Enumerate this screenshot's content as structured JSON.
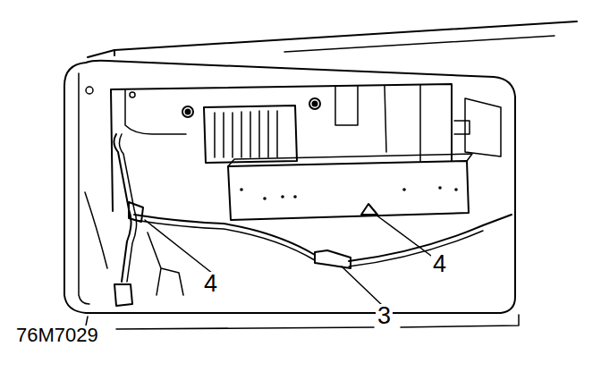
{
  "diagram": {
    "labels": [
      "4",
      "4",
      "3",
      "76M7029"
    ]
  }
}
